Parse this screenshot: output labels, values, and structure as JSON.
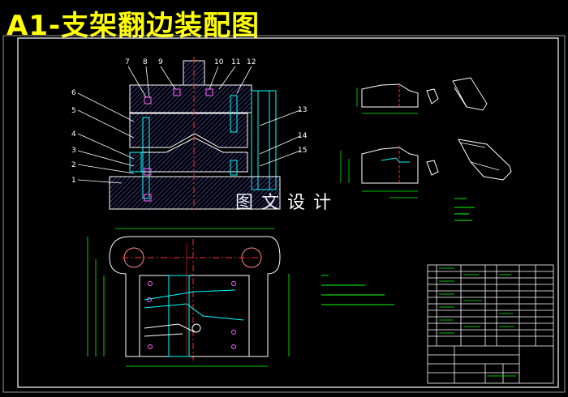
{
  "drawing": {
    "title": "A1-支架翻边装配图",
    "watermark": "图文设计",
    "part_numbers": [
      "1",
      "2",
      "3",
      "4",
      "5",
      "6",
      "7",
      "8",
      "9",
      "10",
      "11",
      "12",
      "13",
      "14",
      "15"
    ],
    "colors": {
      "background": "#000000",
      "title": "#ffff00",
      "outline": "#ffffff",
      "section": "#00ffff",
      "dimension": "#00ff00",
      "hatch": "#6a6aff",
      "centerline": "#ff2a2a",
      "bolt": "#ff66ff"
    }
  }
}
